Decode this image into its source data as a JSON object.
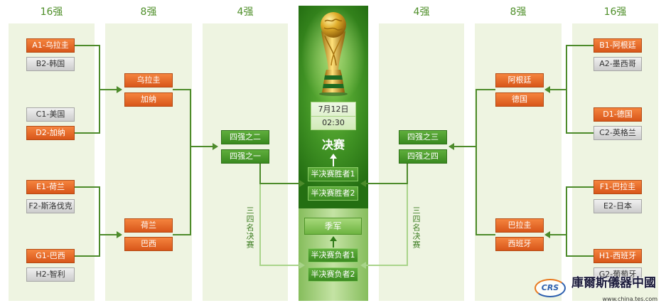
{
  "headers": {
    "left_r16": "16强",
    "left_qf": "8强",
    "left_sf": "4强",
    "right_sf": "4强",
    "right_qf": "8强",
    "right_r16": "16强"
  },
  "left": {
    "r16": [
      {
        "label": "A1-乌拉圭",
        "advanced": true
      },
      {
        "label": "B2-韩国",
        "advanced": false
      },
      {
        "label": "C1-美国",
        "advanced": false
      },
      {
        "label": "D2-加纳",
        "advanced": true
      },
      {
        "label": "E1-荷兰",
        "advanced": true
      },
      {
        "label": "F2-斯洛伐克",
        "advanced": false
      },
      {
        "label": "G1-巴西",
        "advanced": true
      },
      {
        "label": "H2-智利",
        "advanced": false
      }
    ],
    "qf": [
      {
        "label": "乌拉圭",
        "advanced": true
      },
      {
        "label": "加纳",
        "advanced": true
      },
      {
        "label": "荷兰",
        "advanced": true
      },
      {
        "label": "巴西",
        "advanced": true
      }
    ],
    "sf": [
      {
        "label": "四强之二"
      },
      {
        "label": "四强之一"
      }
    ],
    "third_place_label": "三四名决赛"
  },
  "center": {
    "final": {
      "date": "7月12日",
      "time": "02:30",
      "title": "决赛",
      "slots": [
        "半决赛胜者1",
        "半决赛胜者2"
      ]
    },
    "third_place": {
      "title": "季军",
      "slots": [
        "半决赛负者1",
        "半决赛负者2"
      ]
    }
  },
  "right": {
    "r16": [
      {
        "label": "B1-阿根廷",
        "advanced": true
      },
      {
        "label": "A2-墨西哥",
        "advanced": false
      },
      {
        "label": "D1-德国",
        "advanced": true
      },
      {
        "label": "C2-英格兰",
        "advanced": false
      },
      {
        "label": "F1-巴拉圭",
        "advanced": true
      },
      {
        "label": "E2-日本",
        "advanced": false
      },
      {
        "label": "H1-西班牙",
        "advanced": true
      },
      {
        "label": "G2-葡萄牙",
        "advanced": false
      }
    ],
    "qf": [
      {
        "label": "阿根廷",
        "advanced": true
      },
      {
        "label": "德国",
        "advanced": true
      },
      {
        "label": "巴拉圭",
        "advanced": true
      },
      {
        "label": "西班牙",
        "advanced": true
      }
    ],
    "sf": [
      {
        "label": "四强之三"
      },
      {
        "label": "四强之四"
      }
    ],
    "third_place_label": "三四名决赛"
  },
  "watermark": {
    "logo_text": "CRS",
    "name": "庫爾斯儀器中國",
    "url": "www.china.tes.com"
  },
  "icons": {
    "trophy": "world-cup-trophy-icon",
    "arrow": "arrow-icon"
  },
  "colors": {
    "panel": "#eef4e1",
    "header_text": "#4f8f2a",
    "advanced_top": "#f5843e",
    "advanced_bottom": "#d8561a",
    "advanced_border": "#b44a13",
    "eliminated_top": "#f0f0f0",
    "eliminated_bottom": "#cccccc",
    "eliminated_border": "#a6a6a6",
    "green_top": "#5fae3c",
    "green_bottom": "#3a8a20",
    "green_border": "#2e7117",
    "line_main": "#4d8b2b",
    "line_third": "#a9d48b"
  }
}
